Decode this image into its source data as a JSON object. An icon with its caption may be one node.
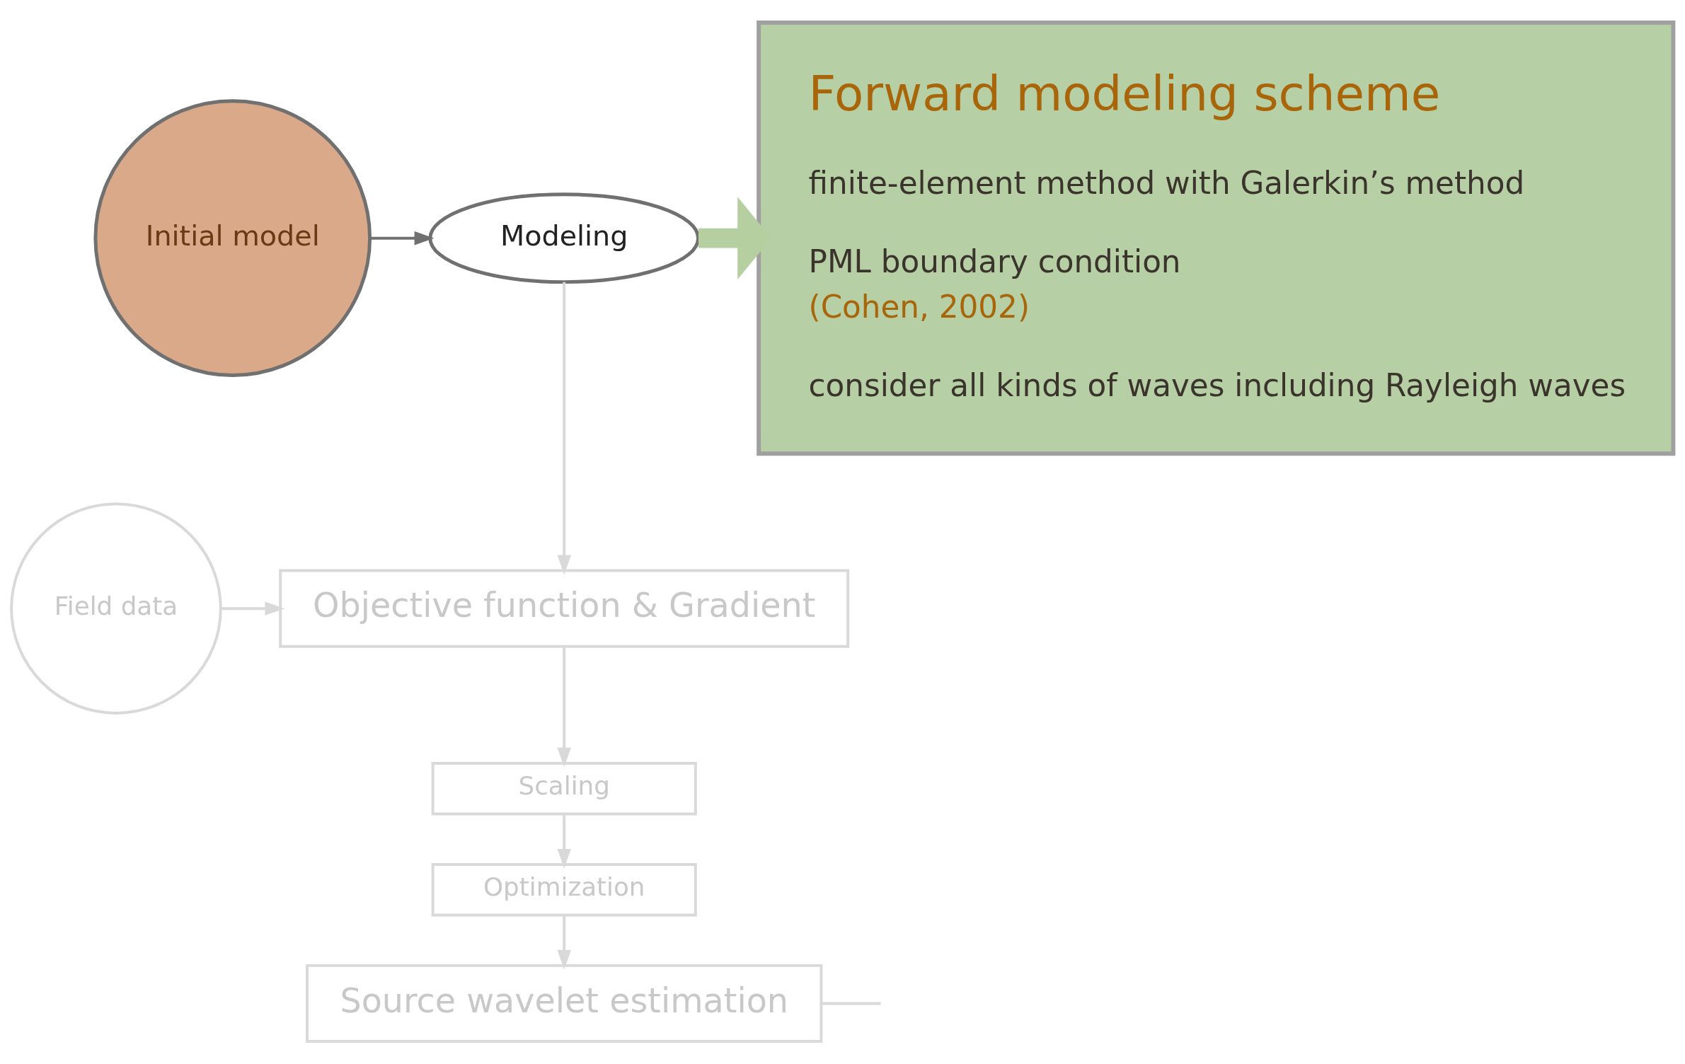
{
  "diagram": {
    "nodes": [
      {
        "text": [
          "Initial model"
        ]
      },
      {
        "text": [
          "Modeling"
        ]
      },
      {
        "text": [
          "Field data"
        ]
      },
      {
        "text": [
          "Objective function & Gradient"
        ]
      },
      {
        "text": [
          "Scaling"
        ]
      },
      {
        "text": [
          "Optimization"
        ]
      },
      {
        "text": [
          "Source wavelet estimation"
        ]
      },
      {
        "text": [
          "Forward modeling scheme",
          "finite-element method with Galerkin’s method",
          "PML boundary condition",
          "(Cohen, 2002)",
          "consider all kinds of waves including Rayleigh waves"
        ]
      }
    ],
    "edges": [
      {
        "from": 0,
        "to": 1,
        "arrow": "to",
        "color": "#707070"
      },
      {
        "from": 1,
        "to": 3,
        "arrow": "to"
      },
      {
        "from": 2,
        "to": 3,
        "arrow": "to"
      },
      {
        "from": 3,
        "to": 4,
        "arrow": "to"
      },
      {
        "from": 4,
        "to": 5,
        "arrow": "to"
      },
      {
        "from": 5,
        "to": 6,
        "arrow": "to"
      },
      {
        "from": 6,
        "to": null,
        "arrow": "none"
      },
      {
        "from": 1,
        "to": 7,
        "arrow": "to",
        "style": "thick",
        "color": "#b5cfa1"
      }
    ]
  }
}
